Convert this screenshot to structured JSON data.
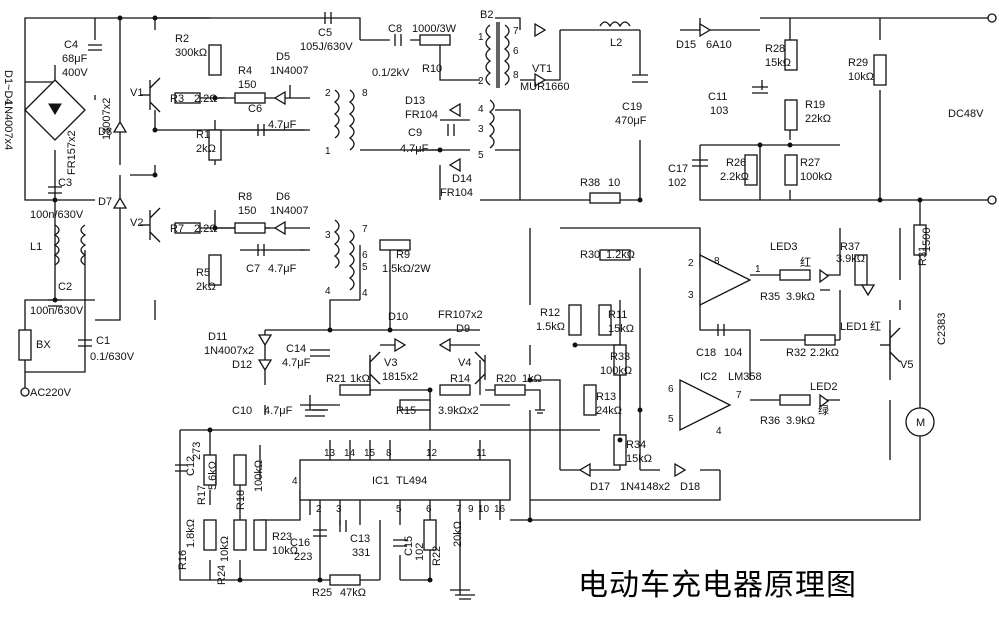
{
  "caption": "电动车充电器原理图",
  "components": {
    "bridge": {
      "label": "D1~D4",
      "value": "1N4007x4"
    },
    "c4": {
      "label": "C4",
      "v1": "68μF",
      "v2": "400V"
    },
    "c5": {
      "label": "C5",
      "value": "105J/630V"
    },
    "c8": {
      "label": "C8",
      "value": "0.1/2kV"
    },
    "r10": {
      "label": "R10",
      "value": "1000/3W"
    },
    "b2": {
      "label": "B2"
    },
    "vt1": {
      "label": "VT1",
      "value": "MUR1660"
    },
    "l2": {
      "label": "L2"
    },
    "d15": {
      "label": "D15",
      "value": "6A10"
    },
    "r28": {
      "label": "R28",
      "value": "15kΩ"
    },
    "r29": {
      "label": "R29",
      "value": "10kΩ"
    },
    "dc48v": "DC48V",
    "r2": {
      "label": "R2",
      "value": "300kΩ"
    },
    "r4": {
      "label": "R4",
      "value": "150"
    },
    "d5": {
      "label": "D5",
      "value": "1N4007"
    },
    "v1": {
      "label": "V1"
    },
    "r3": {
      "label": "R3",
      "value": "2.2Ω"
    },
    "d8": {
      "label": "D8"
    },
    "d7": {
      "label": "D7"
    },
    "fr157": "FR157x2",
    "q13007": "13007x2",
    "r1": {
      "label": "R1",
      "value": "2kΩ"
    },
    "c6": {
      "label": "C6",
      "value": "4.7μF"
    },
    "d13": {
      "label": "D13",
      "value": "FR104"
    },
    "c9": {
      "label": "C9",
      "value": "4.7μF"
    },
    "d14": {
      "label": "D14",
      "value": "FR104"
    },
    "c19": {
      "label": "C19",
      "value": "470μF"
    },
    "c11": {
      "label": "C11",
      "value": "103"
    },
    "r19": {
      "label": "R19",
      "value": "22kΩ"
    },
    "c17": {
      "label": "C17",
      "value": "102"
    },
    "r26": {
      "label": "R26",
      "value": "2.2kΩ"
    },
    "r27": {
      "label": "R27",
      "value": "100kΩ"
    },
    "r38": {
      "label": "R38",
      "value": "10"
    },
    "c3": {
      "label": "C3",
      "value": "100n/630V"
    },
    "l1": {
      "label": "L1"
    },
    "c2": {
      "label": "C2",
      "value": "100n/630V"
    },
    "c1": {
      "label": "C1",
      "value": "0.1/630V"
    },
    "bx": {
      "label": "BX"
    },
    "ac220v": "AC220V",
    "v2": {
      "label": "V2"
    },
    "r7": {
      "label": "R7",
      "value": "2.2Ω"
    },
    "r8": {
      "label": "R8",
      "value": "150"
    },
    "d6": {
      "label": "D6",
      "value": "1N4007"
    },
    "r5": {
      "label": "R5",
      "value": "2kΩ"
    },
    "c7": {
      "label": "C7",
      "value": "4.7μF"
    },
    "r9": {
      "label": "R9",
      "value": "1.5kΩ/2W"
    },
    "r30": {
      "label": "R30",
      "value": "1.2kΩ"
    },
    "led3": {
      "label": "LED3",
      "color": "红"
    },
    "r37": {
      "label": "R37",
      "value": "3.9kΩ"
    },
    "r31": {
      "label": "R31",
      "value": "1500"
    },
    "r35": {
      "label": "R35",
      "value": "3.9kΩ"
    },
    "led1": {
      "label": "LED1",
      "color": "红"
    },
    "v5": {
      "label": "V5",
      "value": "C2383"
    },
    "c18": {
      "label": "C18",
      "value": "104"
    },
    "r32": {
      "label": "R32",
      "value": "2.2kΩ"
    },
    "r12": {
      "label": "R12",
      "value": "1.5kΩ"
    },
    "r11": {
      "label": "R11",
      "value": "15kΩ"
    },
    "r33": {
      "label": "R33",
      "value": "100kΩ"
    },
    "ic2": {
      "label": "IC2",
      "value": "LM358"
    },
    "led2": {
      "label": "LED2",
      "color": "绿"
    },
    "r36": {
      "label": "R36",
      "value": "3.9kΩ"
    },
    "motor": "M",
    "r13": {
      "label": "R13",
      "value": "24kΩ"
    },
    "r34": {
      "label": "R34",
      "value": "15kΩ"
    },
    "d17d18": {
      "v1": "D17",
      "v2": "1N4148x2",
      "v3": "D18"
    },
    "d11": {
      "label": "D11",
      "v1": "1N4007x2",
      "v2": "D12"
    },
    "c14": {
      "label": "C14",
      "value": "4.7μF"
    },
    "d10": {
      "label": "D10"
    },
    "d9": {
      "label": "D9",
      "value": "FR107x2"
    },
    "v3": {
      "label": "V3",
      "value": "1815x2"
    },
    "v4": {
      "label": "V4"
    },
    "r21": {
      "label": "R21",
      "value": "1kΩ"
    },
    "r14": {
      "label": "R14",
      "value": "3.9kΩx2"
    },
    "r15": {
      "label": "R15"
    },
    "r20": {
      "label": "R20",
      "value": "1kΩ"
    },
    "c10": {
      "label": "C10",
      "value": "4.7μF"
    },
    "ic1": {
      "label": "IC1",
      "value": "TL494"
    },
    "c12": {
      "label": "C12",
      "value": "273"
    },
    "r17": {
      "label": "R17",
      "value": "5.6kΩ"
    },
    "r18": {
      "label": "R18",
      "value": "100kΩ"
    },
    "r16": {
      "label": "R16",
      "value": "1.8kΩ"
    },
    "r24": {
      "label": "R24",
      "value": "10kΩ"
    },
    "r23": {
      "label": "R23",
      "value": "10kΩ"
    },
    "c16": {
      "label": "C16",
      "value": "223"
    },
    "c13": {
      "label": "C13",
      "value": "331"
    },
    "c15": {
      "label": "C15",
      "value": "102"
    },
    "r22": {
      "label": "R22",
      "value": "20kΩ"
    },
    "r25": {
      "label": "R25",
      "value": "47kΩ"
    }
  },
  "pins": {
    "b2_primary": [
      "1",
      "2"
    ],
    "b2_secondary": [
      "7",
      "6",
      "8"
    ],
    "b2_aux": [
      "4",
      "3",
      "5"
    ],
    "drive_top": [
      "2",
      "1"
    ],
    "drive_bottom": [
      "3",
      "4"
    ],
    "b1_right": [
      "8",
      "7",
      "6"
    ],
    "b_aux2": [
      "7",
      "6",
      "5",
      "4"
    ],
    "ic1_top": [
      "13",
      "14",
      "15",
      "8",
      "12",
      "11"
    ],
    "ic1_bottom": [
      "2",
      "3",
      "5",
      "6",
      "7",
      "9",
      "10",
      "16"
    ],
    "ic1_left": "4",
    "ic2_a": [
      "2",
      "3",
      "1",
      "8"
    ],
    "ic2_b": [
      "6",
      "5",
      "7",
      "4"
    ]
  }
}
